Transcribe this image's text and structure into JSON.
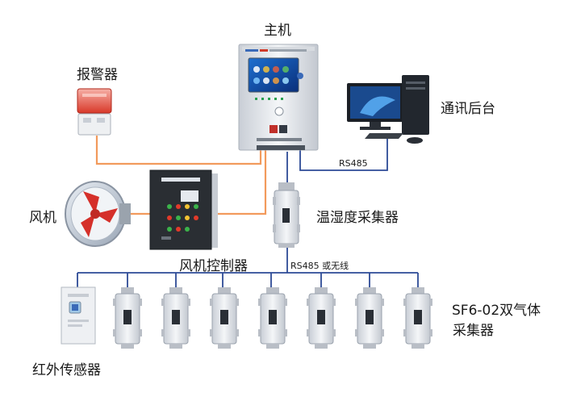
{
  "labels": {
    "host": "主机",
    "alarm": "报警器",
    "comm_backend": "通讯后台",
    "fan": "风机",
    "temp_humidity_collector": "温湿度采集器",
    "fan_controller": "风机控制器",
    "sf6_collector_line1": "SF6-02双气体",
    "sf6_collector_line2": "采集器",
    "infrared_sensor": "红外传感器"
  },
  "links": {
    "rs485_backend": "RS485",
    "rs485_or_wireless": "RS485 或无线"
  },
  "colors": {
    "orange_line": "#f29a5c",
    "blue_line": "#2c4a96",
    "device_gray": "#dfe3e8"
  },
  "sf6_collector_count": 7
}
